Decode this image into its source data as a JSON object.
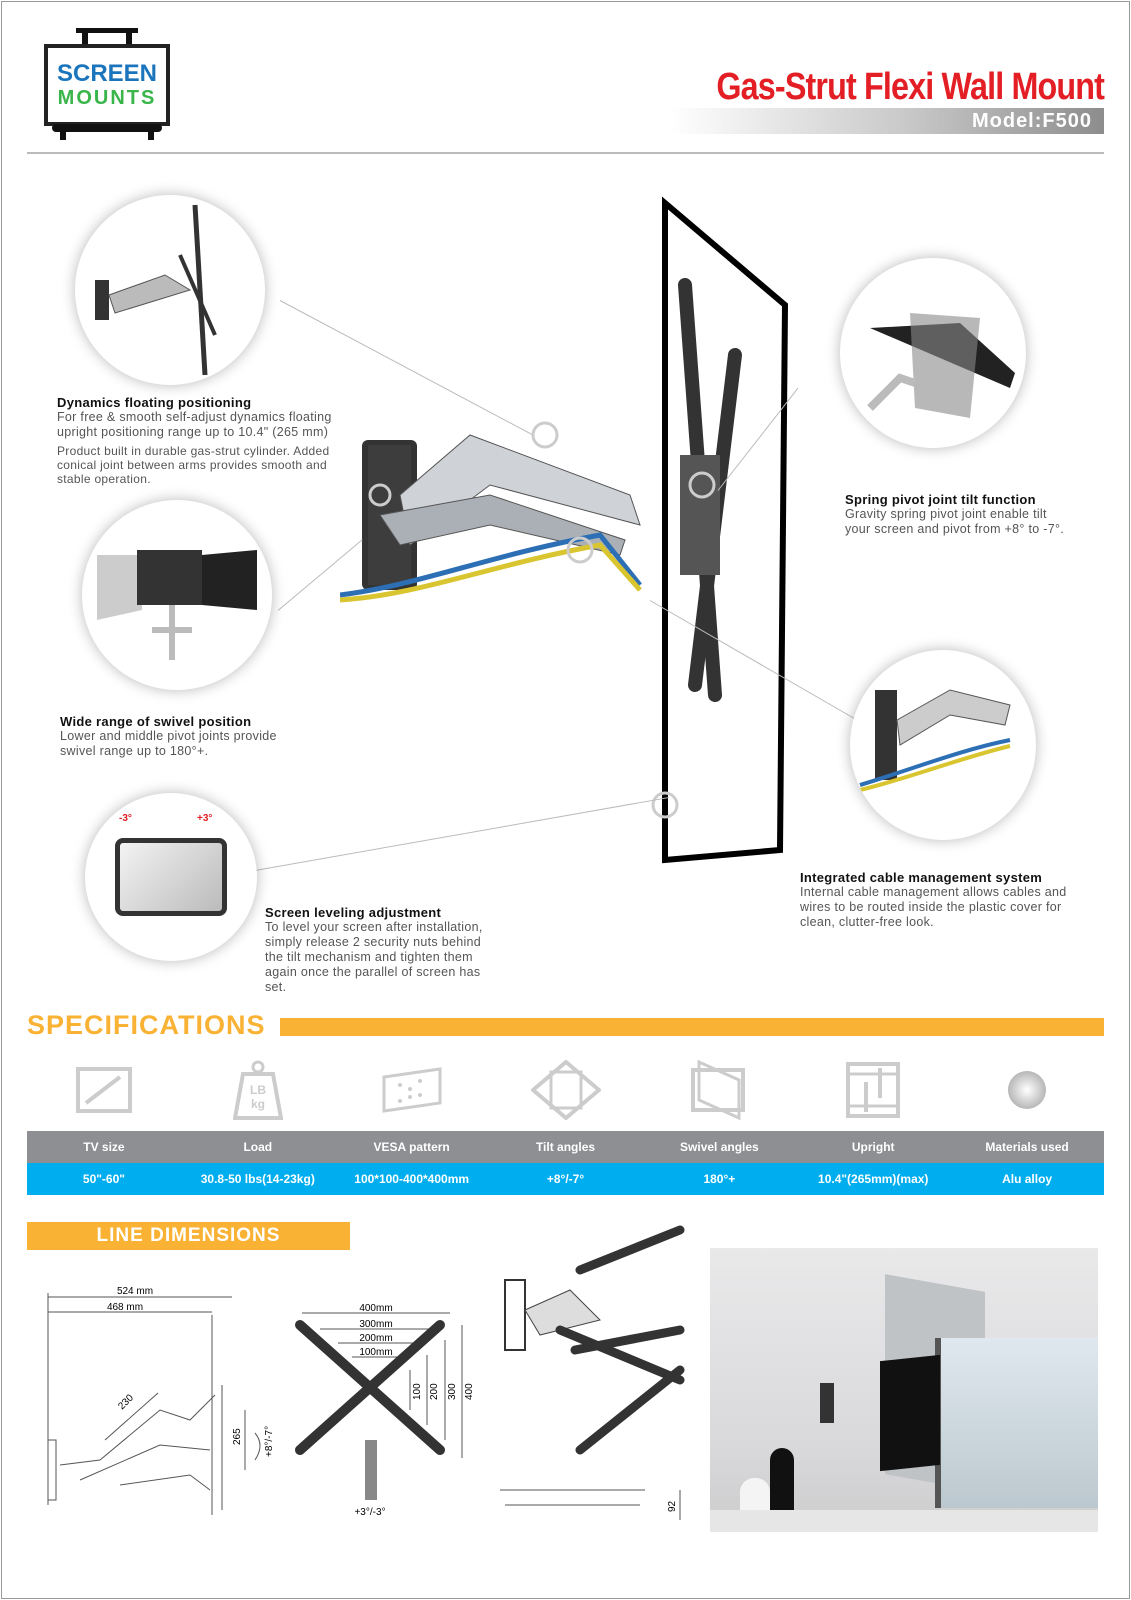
{
  "brand": {
    "line1": "SCREEN",
    "line2": "MOUNTS"
  },
  "header": {
    "title": "Gas-Strut Flexi Wall Mount",
    "model": "Model:F500"
  },
  "features": [
    {
      "title": "Dynamics floating positioning",
      "text": "For free & smooth self-adjust dynamics floating upright positioning range up to 10.4\" (265 mm)",
      "extra": "Product built in durable gas-strut cylinder. Added conical joint between arms provides smooth and stable operation."
    },
    {
      "title": "Wide range of swivel position",
      "text": "Lower and middle pivot joints provide swivel range up to 180°+."
    },
    {
      "title": "Screen leveling adjustment",
      "text": "To level your screen after installation, simply release 2 security nuts behind the tilt mechanism and tighten them again once the parallel of screen has set.",
      "tilt_left": "-3°",
      "tilt_right": "+3°"
    },
    {
      "title": "Spring pivot joint tilt function",
      "text": "Gravity spring pivot joint enable tilt your screen and pivot from +8° to -7°."
    },
    {
      "title": "Integrated cable management system",
      "text": "Internal cable management allows cables and wires to be routed inside the plastic cover for clean, clutter-free look."
    }
  ],
  "specifications": {
    "title": "SPECIFICATIONS",
    "icons": [
      "tv-size-icon",
      "weight-icon",
      "vesa-icon",
      "tilt-icon",
      "swivel-icon",
      "upright-icon",
      "material-icon"
    ],
    "weight_icon_text": {
      "a": "LB",
      "b": "kg"
    },
    "headers": [
      "TV size",
      "Load",
      "VESA pattern",
      "Tilt angles",
      "Swivel angles",
      "Upright",
      "Materials used"
    ],
    "values": [
      "50\"-60\"",
      "30.8-50 lbs(14-23kg)",
      "100*100-400*400mm",
      "+8°/-7°",
      "180°+",
      "10.4\"(265mm)(max)",
      "Alu alloy"
    ]
  },
  "dimensions": {
    "title": "LINE DIMENSIONS",
    "side": {
      "w1": "524 mm",
      "w2": "468 mm",
      "arm": "230",
      "h": "265",
      "tilt": "+8°/-7°"
    },
    "front": {
      "h400": "400mm",
      "h300": "300mm",
      "h200": "200mm",
      "h100": "100mm",
      "v100": "100",
      "v200": "200",
      "v300": "300",
      "v400": "400",
      "level": "+3°/-3°"
    },
    "top": {
      "depth": "92"
    }
  }
}
